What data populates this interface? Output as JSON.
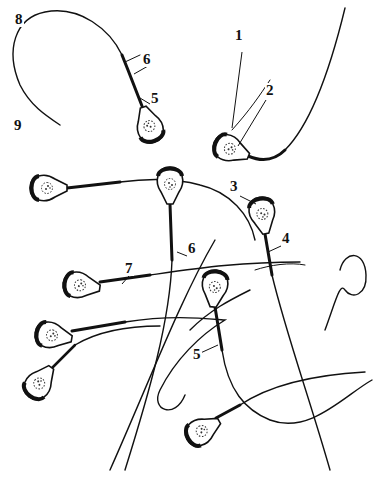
{
  "diagram": {
    "labels": [
      "8",
      "1",
      "6",
      "2",
      "5",
      "9",
      "3",
      "4",
      "6",
      "7",
      "5"
    ]
  }
}
